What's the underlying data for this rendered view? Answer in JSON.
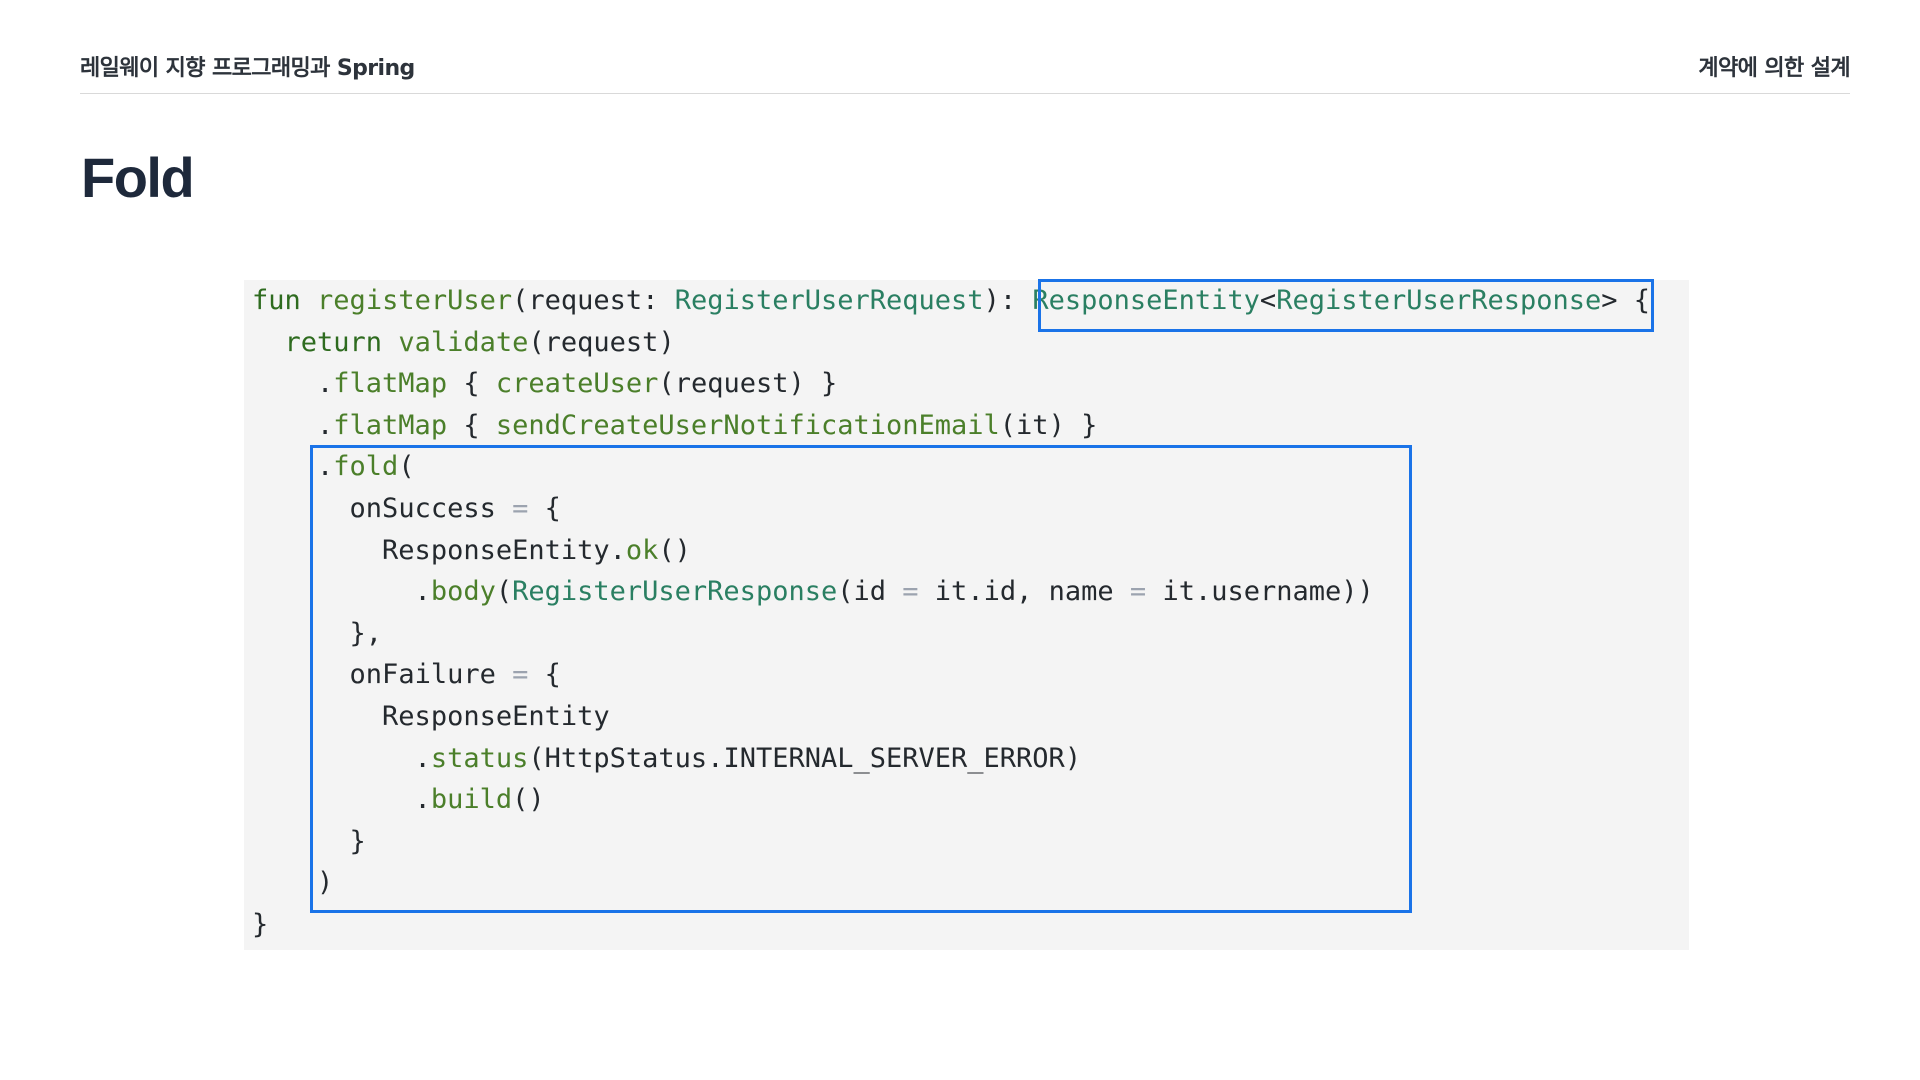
{
  "header": {
    "left": "레일웨이 지향 프로그래밍과 Spring",
    "right": "계약에 의한 설계"
  },
  "slide": {
    "title": "Fold"
  },
  "code": {
    "language": "kotlin",
    "lines": [
      "fun registerUser(request: RegisterUserRequest): ResponseEntity<RegisterUserResponse> {",
      "  return validate(request)",
      "    .flatMap { createUser(request) }",
      "    .flatMap { sendCreateUserNotificationEmail(it) }",
      "    .fold(",
      "      onSuccess = {",
      "        ResponseEntity.ok()",
      "          .body(RegisterUserResponse(id = it.id, name = it.username))",
      "      },",
      "      onFailure = {",
      "        ResponseEntity",
      "          .status(HttpStatus.INTERNAL_SERVER_ERROR)",
      "          .build()",
      "      }",
      "    )",
      "}"
    ]
  },
  "colors": {
    "highlight_border": "#1a73e8",
    "code_background": "#f4f4f4",
    "keyword": "#2e6b1f",
    "function": "#4b7f2a",
    "type": "#2a7f62"
  }
}
